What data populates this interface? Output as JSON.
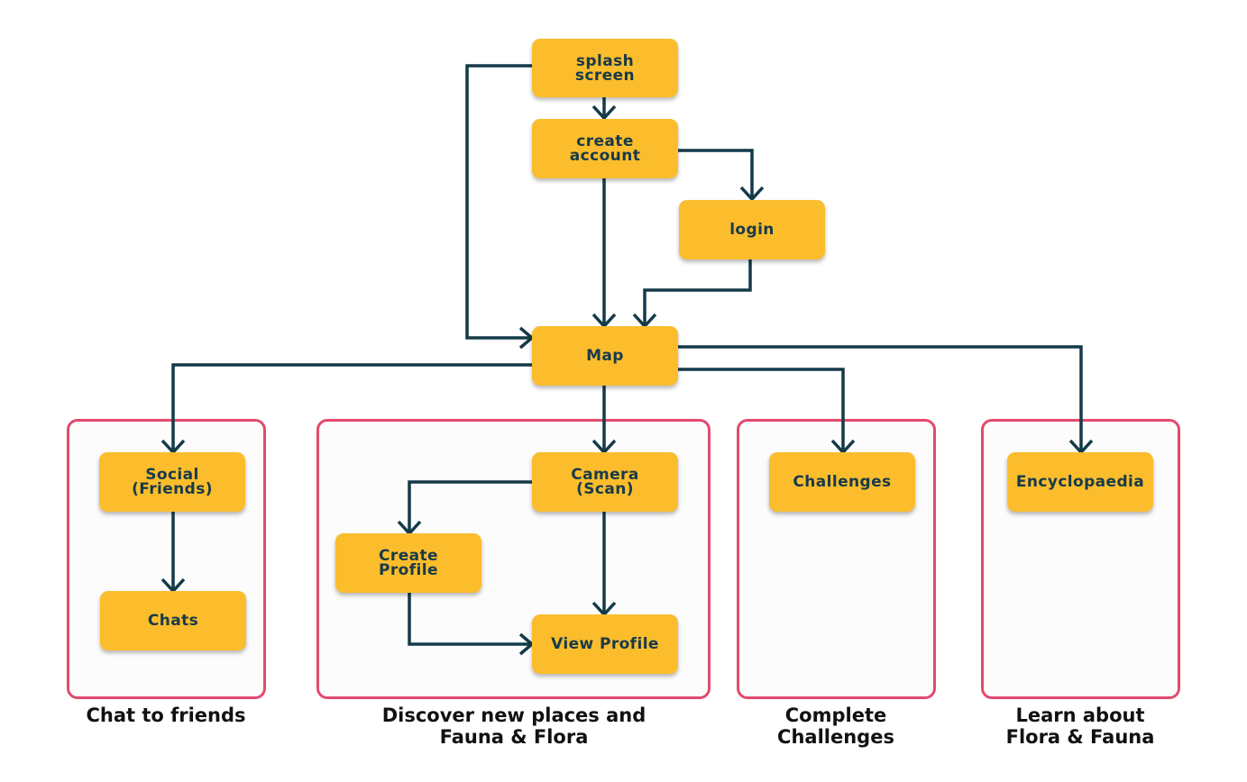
{
  "nodes": {
    "splash": "splash\nscreen",
    "create_account": "create\naccount",
    "login": "login",
    "map": "Map",
    "social": "Social\n(Friends)",
    "chats": "Chats",
    "camera": "Camera\n(Scan)",
    "create_profile": "Create\nProfile",
    "view_profile": "View Profile",
    "challenges": "Challenges",
    "encyclopaedia": "Encyclopaedia"
  },
  "groups": {
    "chat": "Chat to friends",
    "discover": "Discover new places and\nFauna & Flora",
    "challenges": "Complete\nChallenges",
    "learn": "Learn about\nFlora & Fauna"
  },
  "colors": {
    "node_fill": "#fbbd2c",
    "node_text": "#183a4a",
    "group_border": "#e24a6e",
    "arrow": "#143a48"
  }
}
